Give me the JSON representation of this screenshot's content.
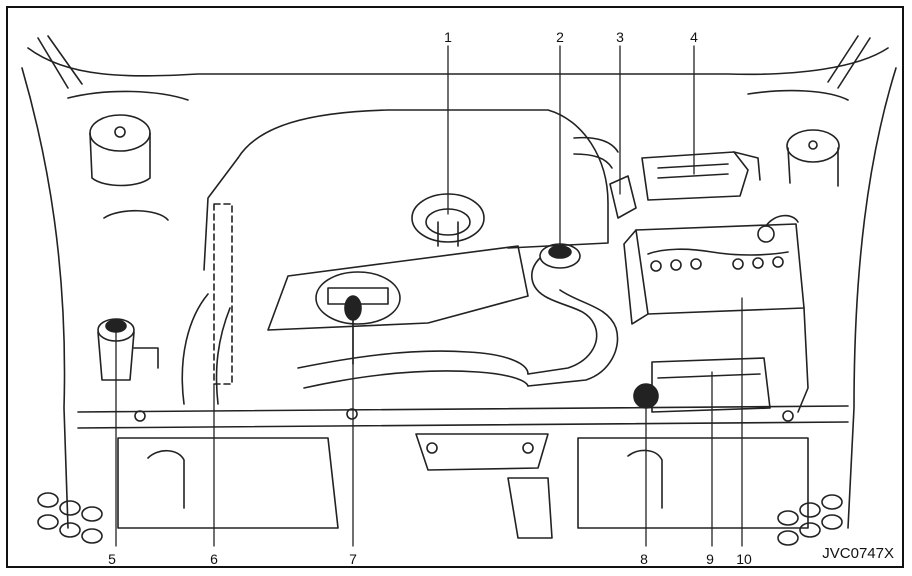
{
  "figure": {
    "code": "JVC0747X",
    "callouts": [
      {
        "number": "1"
      },
      {
        "number": "2"
      },
      {
        "number": "3"
      },
      {
        "number": "4"
      },
      {
        "number": "5"
      },
      {
        "number": "6"
      },
      {
        "number": "7"
      },
      {
        "number": "8"
      },
      {
        "number": "9"
      },
      {
        "number": "10"
      }
    ]
  }
}
